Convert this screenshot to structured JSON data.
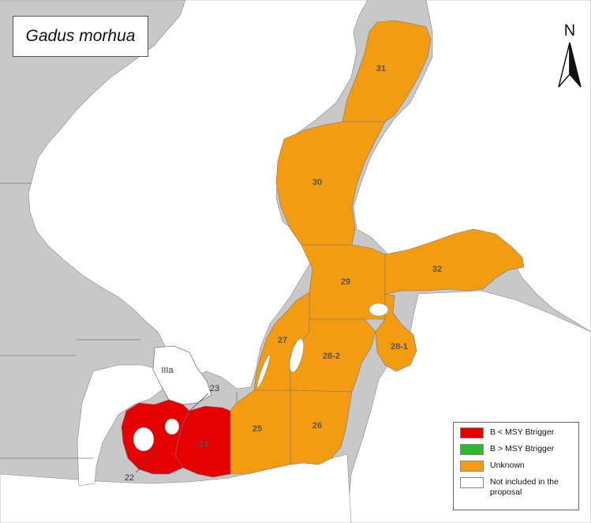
{
  "title": "Gadus morhua",
  "north_label": "N",
  "colors": {
    "sea": "#c8c8c8",
    "land": "#ffffff",
    "below_msy": "#e60000",
    "above_msy": "#2eb82e",
    "unknown": "#f39c12",
    "not_included": "#ffffff"
  },
  "areas": {
    "a31": "31",
    "a30": "30",
    "a29": "29",
    "a32": "32",
    "a27": "27",
    "a28_2": "28-2",
    "a28_1": "28-1",
    "a26": "26",
    "a25": "25",
    "a24": "24",
    "a23": "23",
    "a22": "22",
    "a3a": "IIIa"
  },
  "legend": [
    {
      "label": "B < MSY Btrigger",
      "color": "#e60000"
    },
    {
      "label": "B > MSY Btrigger",
      "color": "#2eb82e"
    },
    {
      "label": "Unknown",
      "color": "#f39c12"
    },
    {
      "label": "Not included in the proposal",
      "color": "#ffffff"
    }
  ]
}
